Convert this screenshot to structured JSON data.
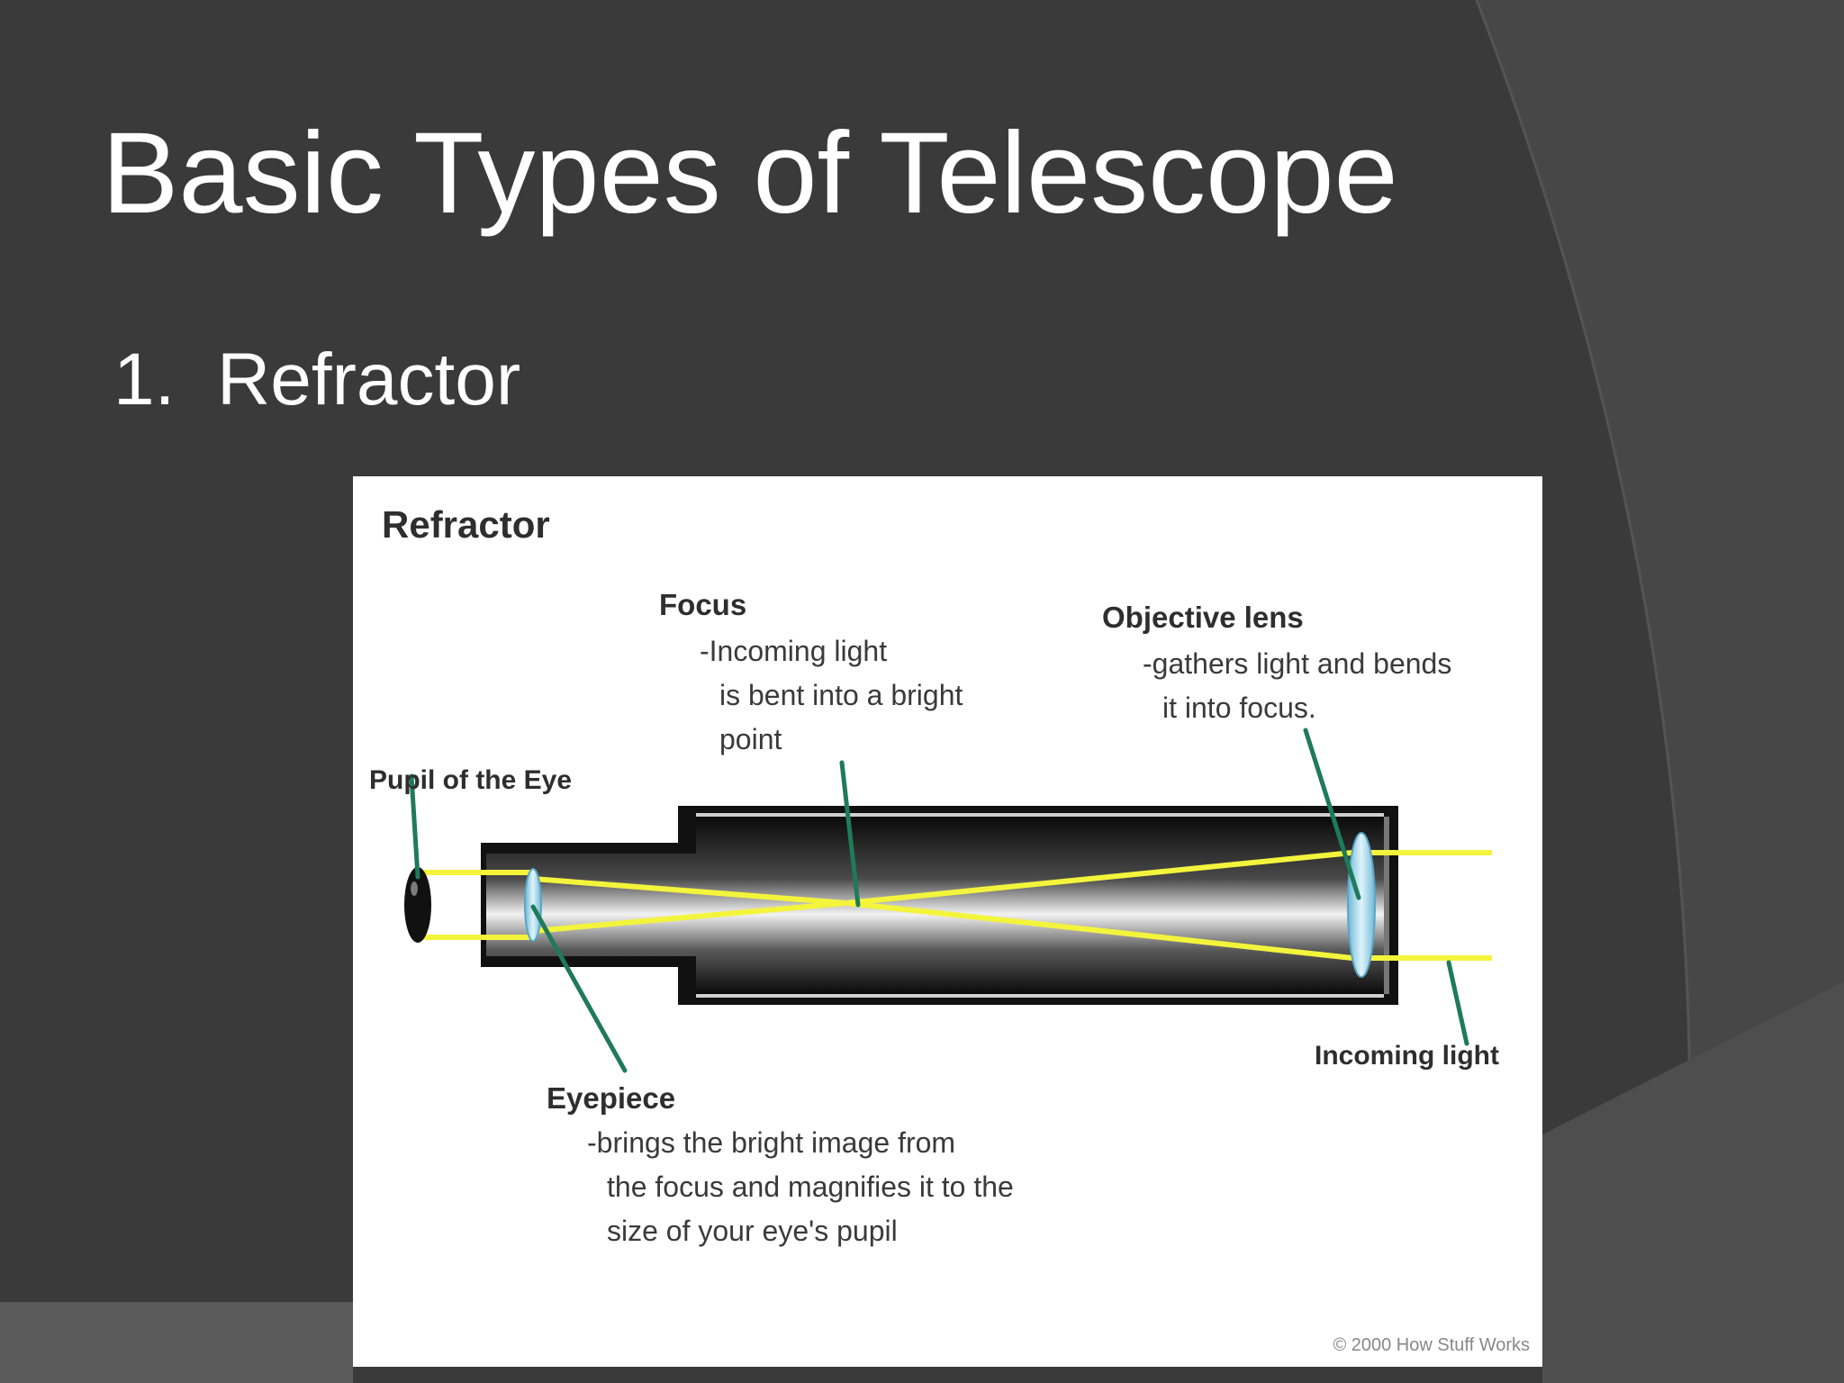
{
  "slide": {
    "title": "Basic Types of Telescope",
    "bullet_number": "1.",
    "bullet_text": "Refractor"
  },
  "figure": {
    "title": "Refractor",
    "focus": {
      "label": "Focus",
      "lines": [
        "-Incoming light",
        "is bent into a bright",
        "point"
      ]
    },
    "objective": {
      "label": "Objective lens",
      "lines": [
        "-gathers light and bends",
        "it into focus."
      ]
    },
    "pupil": {
      "label": "Pupil of the Eye"
    },
    "incoming": {
      "label": "Incoming light"
    },
    "eyepiece": {
      "label": "Eyepiece",
      "lines": [
        "-brings the bright image from",
        "the focus and magnifies it to the",
        "size of your eye's pupil"
      ]
    },
    "copyright": "© 2000 How Stuff Works"
  },
  "colors": {
    "background": "#3a3a3a",
    "light_ray": "#f4f43c",
    "pointer": "#1f7a5a",
    "lens": "#8fd3e8"
  }
}
